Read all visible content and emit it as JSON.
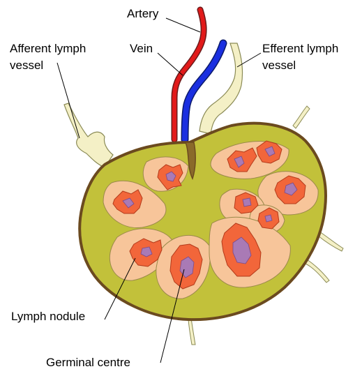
{
  "diagram": {
    "labels": {
      "artery": "Artery",
      "vein": "Vein",
      "afferent_line1": "Afferent lymph",
      "afferent_line2": "vessel",
      "efferent_line1": "Efferent lymph",
      "efferent_line2": "vessel",
      "lymph_nodule": "Lymph nodule",
      "germinal_centre": "Germinal centre"
    },
    "colors": {
      "capsule_fill": "#c2c13a",
      "capsule_stroke": "#6b4a1f",
      "cortex": "#f7c59a",
      "nodule": "#f2663a",
      "germinal": "#a97ab5",
      "lymph_vessel": "#f4f0c6",
      "artery": "#e21a1a",
      "vein": "#1a2fe0"
    }
  }
}
